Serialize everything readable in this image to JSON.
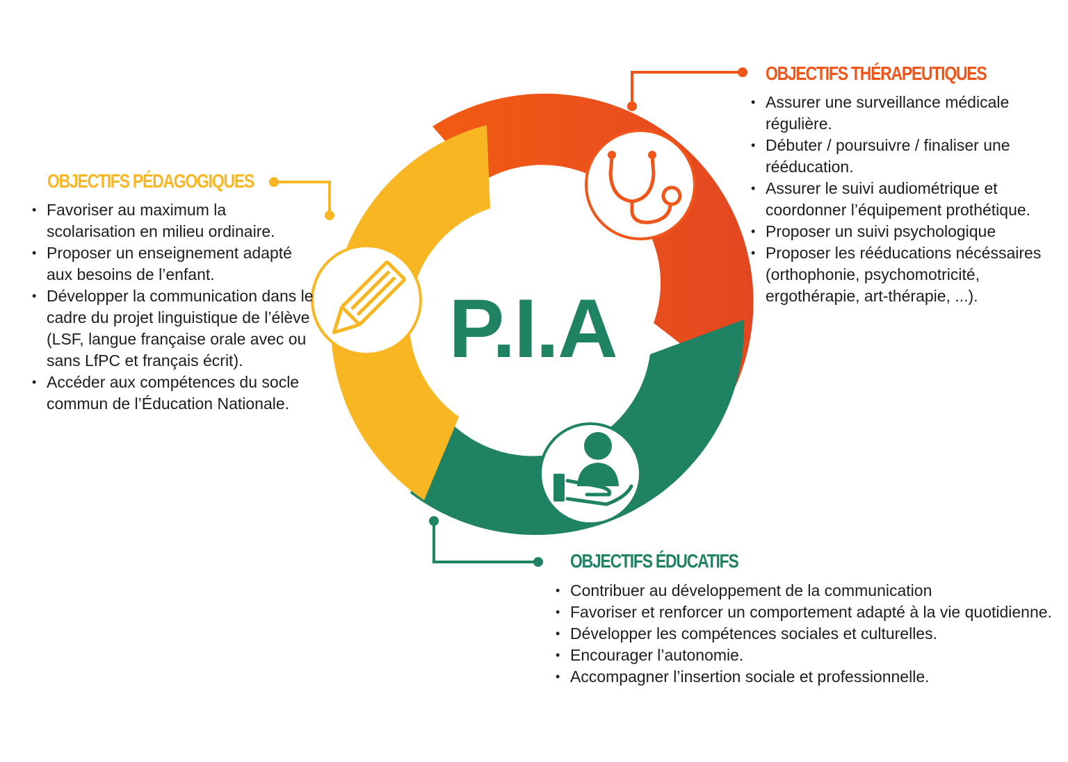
{
  "colors": {
    "pedagogical": "#f8b722",
    "therapeutic": "#f0561a",
    "educational": "#1f8262",
    "text": "#1d1d1b"
  },
  "center_label": "P.I.A",
  "icons": {
    "pedagogical": "pencil-icon",
    "therapeutic": "stethoscope-icon",
    "educational": "person-in-hand-icon"
  },
  "sections": {
    "pedagogical": {
      "title": "OBJECTIFS PÉDAGOGIQUES",
      "items": [
        "Favoriser au maximum la scolarisation en milieu ordinaire.",
        "Proposer un enseignement adapté aux besoins de l’enfant.",
        "Développer la communication dans le cadre du projet linguistique de l’élève (LSF, langue française orale avec ou sans LfPC et français écrit).",
        "Accéder aux compétences du socle commun de l’Éducation Nationale."
      ]
    },
    "therapeutic": {
      "title": "OBJECTIFS THÉRAPEUTIQUES",
      "items": [
        "Assurer une surveillance médicale régulière.",
        "Débuter / poursuivre / finaliser une rééducation.",
        "Assurer le suivi audiométrique et coordonner l’équipement prothétique.",
        "Proposer un suivi psychologique",
        "Proposer les rééducations nécéssaires (orthophonie, psychomotricité, ergothérapie, art-thérapie, ...)."
      ]
    },
    "educational": {
      "title": "OBJECTIFS ÉDUCATIFS",
      "items": [
        "Contribuer au développement de la communication",
        "Favoriser et renforcer un comportement adapté à la vie quotidienne.",
        "Développer les compétences sociales et culturelles.",
        "Encourager l’autonomie.",
        "Accompagner l’insertion sociale et professionnelle."
      ]
    }
  }
}
